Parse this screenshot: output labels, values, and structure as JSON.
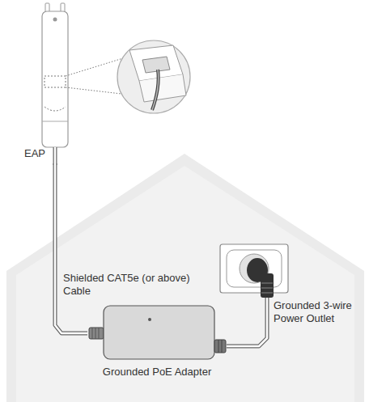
{
  "diagram": {
    "nodes": [
      {
        "text": [
          "EAP"
        ]
      },
      {
        "text": [
          "Grounded PoE Adapter"
        ]
      },
      {
        "text": [
          "Grounded 3-wire Power Outlet"
        ]
      }
    ],
    "edges": [
      {
        "from": 0,
        "to": 1,
        "arrow": "none",
        "label": "Shielded CAT5e (or above) Cable"
      },
      {
        "from": 1,
        "to": 2,
        "arrow": "none"
      }
    ]
  }
}
